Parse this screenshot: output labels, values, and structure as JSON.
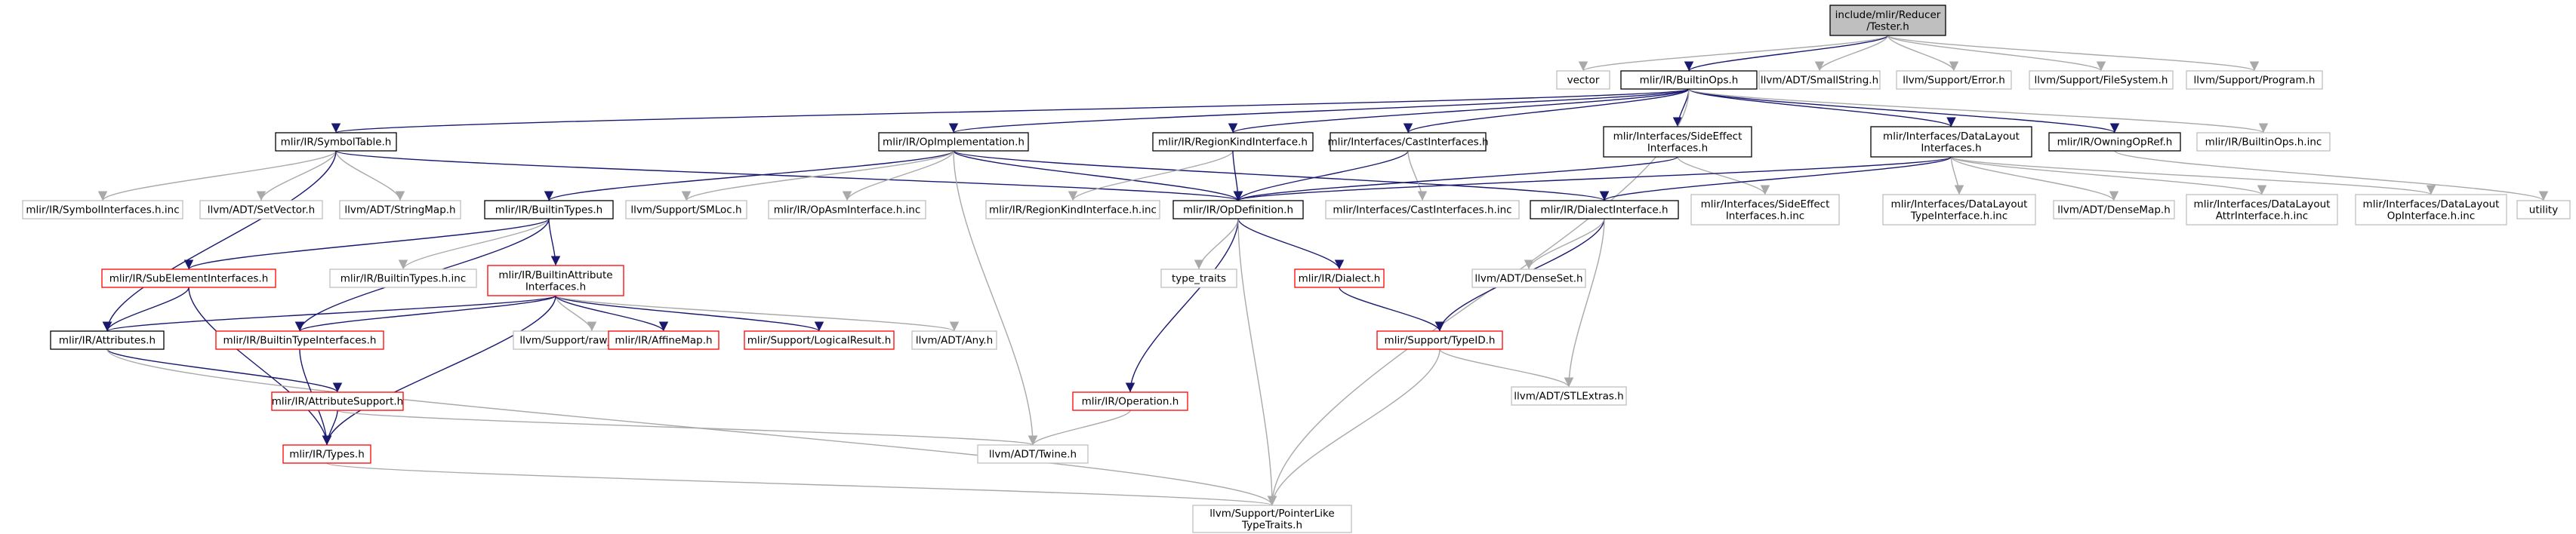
{
  "colors": {
    "root_fill": "#bfbfbf",
    "root_border": "#000000",
    "doc_fill": "#ffffff",
    "doc_border": "#000000",
    "ext_border": "#bfbfbf",
    "trunc_border": "#ff0000",
    "edge_include": "#191970",
    "edge_external": "#a9a9a9"
  },
  "nodes": [
    {
      "id": "tester",
      "kind": "root",
      "lines": [
        "include/mlir/Reducer",
        "/Tester.h"
      ]
    },
    {
      "id": "vector",
      "kind": "ext",
      "lines": [
        "vector"
      ]
    },
    {
      "id": "builtinops",
      "kind": "doc",
      "lines": [
        "mlir/IR/BuiltinOps.h"
      ]
    },
    {
      "id": "smallstring",
      "kind": "ext",
      "lines": [
        "llvm/ADT/SmallString.h"
      ]
    },
    {
      "id": "error",
      "kind": "ext",
      "lines": [
        "llvm/Support/Error.h"
      ]
    },
    {
      "id": "filesystem",
      "kind": "ext",
      "lines": [
        "llvm/Support/FileSystem.h"
      ]
    },
    {
      "id": "program",
      "kind": "ext",
      "lines": [
        "llvm/Support/Program.h"
      ]
    },
    {
      "id": "symboltable",
      "kind": "doc",
      "lines": [
        "mlir/IR/SymbolTable.h"
      ]
    },
    {
      "id": "opimpl",
      "kind": "doc",
      "lines": [
        "mlir/IR/OpImplementation.h"
      ]
    },
    {
      "id": "regionkind",
      "kind": "doc",
      "lines": [
        "mlir/IR/RegionKindInterface.h"
      ]
    },
    {
      "id": "castif",
      "kind": "doc",
      "lines": [
        "mlir/Interfaces/CastInterfaces.h"
      ]
    },
    {
      "id": "sideeffect",
      "kind": "doc",
      "lines": [
        "mlir/Interfaces/SideEffect",
        "Interfaces.h"
      ]
    },
    {
      "id": "datalayout",
      "kind": "doc",
      "lines": [
        "mlir/Interfaces/DataLayout",
        "Interfaces.h"
      ]
    },
    {
      "id": "owningopref",
      "kind": "doc",
      "lines": [
        "mlir/IR/OwningOpRef.h"
      ]
    },
    {
      "id": "builtinopsinc",
      "kind": "ext",
      "lines": [
        "mlir/IR/BuiltinOps.h.inc"
      ]
    },
    {
      "id": "symbolifinc",
      "kind": "ext",
      "lines": [
        "mlir/IR/SymbolInterfaces.h.inc"
      ]
    },
    {
      "id": "setvector",
      "kind": "ext",
      "lines": [
        "llvm/ADT/SetVector.h"
      ]
    },
    {
      "id": "stringmap",
      "kind": "ext",
      "lines": [
        "llvm/ADT/StringMap.h"
      ]
    },
    {
      "id": "builtintypes",
      "kind": "doc",
      "lines": [
        "mlir/IR/BuiltinTypes.h"
      ]
    },
    {
      "id": "smloc",
      "kind": "ext",
      "lines": [
        "llvm/Support/SMLoc.h"
      ]
    },
    {
      "id": "opasmif",
      "kind": "ext",
      "lines": [
        "mlir/IR/OpAsmInterface.h.inc"
      ]
    },
    {
      "id": "regionkindinc",
      "kind": "ext",
      "lines": [
        "mlir/IR/RegionKindInterface.h.inc"
      ]
    },
    {
      "id": "opdef",
      "kind": "doc",
      "lines": [
        "mlir/IR/OpDefinition.h"
      ]
    },
    {
      "id": "castifinc",
      "kind": "ext",
      "lines": [
        "mlir/Interfaces/CastInterfaces.h.inc"
      ]
    },
    {
      "id": "dialectif",
      "kind": "doc",
      "lines": [
        "mlir/IR/DialectInterface.h"
      ]
    },
    {
      "id": "sideeffectinc",
      "kind": "ext",
      "lines": [
        "mlir/Interfaces/SideEffect",
        "Interfaces.h.inc"
      ]
    },
    {
      "id": "dltypeif",
      "kind": "ext",
      "lines": [
        "mlir/Interfaces/DataLayout",
        "TypeInterface.h.inc"
      ]
    },
    {
      "id": "densemap",
      "kind": "ext",
      "lines": [
        "llvm/ADT/DenseMap.h"
      ]
    },
    {
      "id": "dlattrif",
      "kind": "ext",
      "lines": [
        "mlir/Interfaces/DataLayout",
        "AttrInterface.h.inc"
      ]
    },
    {
      "id": "dlopif",
      "kind": "ext",
      "lines": [
        "mlir/Interfaces/DataLayout",
        "OpInterface.h.inc"
      ]
    },
    {
      "id": "utility",
      "kind": "ext",
      "lines": [
        "utility"
      ]
    },
    {
      "id": "subelemif",
      "kind": "trunc",
      "lines": [
        "mlir/IR/SubElementInterfaces.h"
      ]
    },
    {
      "id": "builtintypesinc",
      "kind": "ext",
      "lines": [
        "mlir/IR/BuiltinTypes.h.inc"
      ]
    },
    {
      "id": "builtinattrif",
      "kind": "trunc",
      "lines": [
        "mlir/IR/BuiltinAttribute",
        "Interfaces.h"
      ]
    },
    {
      "id": "typetraits",
      "kind": "ext",
      "lines": [
        "type_traits"
      ]
    },
    {
      "id": "dialect",
      "kind": "trunc",
      "lines": [
        "mlir/IR/Dialect.h"
      ]
    },
    {
      "id": "denseset",
      "kind": "ext",
      "lines": [
        "llvm/ADT/DenseSet.h"
      ]
    },
    {
      "id": "attributes",
      "kind": "doc",
      "lines": [
        "mlir/IR/Attributes.h"
      ]
    },
    {
      "id": "builtintypeif",
      "kind": "trunc",
      "lines": [
        "mlir/IR/BuiltinTypeInterfaces.h"
      ]
    },
    {
      "id": "rawostream",
      "kind": "ext",
      "lines": [
        "llvm/Support/raw_ostream.h"
      ]
    },
    {
      "id": "affinemap",
      "kind": "trunc",
      "lines": [
        "mlir/IR/AffineMap.h"
      ]
    },
    {
      "id": "logicalresult",
      "kind": "trunc",
      "lines": [
        "mlir/Support/LogicalResult.h"
      ]
    },
    {
      "id": "any",
      "kind": "ext",
      "lines": [
        "llvm/ADT/Any.h"
      ]
    },
    {
      "id": "typeid",
      "kind": "trunc",
      "lines": [
        "mlir/Support/TypeID.h"
      ]
    },
    {
      "id": "stlextras",
      "kind": "ext",
      "lines": [
        "llvm/ADT/STLExtras.h"
      ]
    },
    {
      "id": "attrsupport",
      "kind": "trunc",
      "lines": [
        "mlir/IR/AttributeSupport.h"
      ]
    },
    {
      "id": "operation",
      "kind": "trunc",
      "lines": [
        "mlir/IR/Operation.h"
      ]
    },
    {
      "id": "types",
      "kind": "trunc",
      "lines": [
        "mlir/IR/Types.h"
      ]
    },
    {
      "id": "twine",
      "kind": "ext",
      "lines": [
        "llvm/ADT/Twine.h"
      ]
    },
    {
      "id": "pointerlike",
      "kind": "ext",
      "lines": [
        "llvm/Support/PointerLike",
        "TypeTraits.h"
      ]
    }
  ],
  "edges": [
    [
      "tester",
      "vector"
    ],
    [
      "tester",
      "builtinops"
    ],
    [
      "tester",
      "smallstring"
    ],
    [
      "tester",
      "error"
    ],
    [
      "tester",
      "filesystem"
    ],
    [
      "tester",
      "program"
    ],
    [
      "builtinops",
      "symboltable"
    ],
    [
      "builtinops",
      "opimpl"
    ],
    [
      "builtinops",
      "regionkind"
    ],
    [
      "builtinops",
      "castif"
    ],
    [
      "builtinops",
      "sideeffect"
    ],
    [
      "builtinops",
      "datalayout"
    ],
    [
      "builtinops",
      "owningopref"
    ],
    [
      "builtinops",
      "builtinopsinc"
    ],
    [
      "builtinops",
      "pointerlike"
    ],
    [
      "symboltable",
      "symbolifinc"
    ],
    [
      "symboltable",
      "setvector"
    ],
    [
      "symboltable",
      "stringmap"
    ],
    [
      "symboltable",
      "opdef"
    ],
    [
      "symboltable",
      "attributes"
    ],
    [
      "opimpl",
      "builtintypes"
    ],
    [
      "opimpl",
      "smloc"
    ],
    [
      "opimpl",
      "opasmif"
    ],
    [
      "opimpl",
      "opdef"
    ],
    [
      "opimpl",
      "dialectif"
    ],
    [
      "opimpl",
      "twine"
    ],
    [
      "regionkind",
      "regionkindinc"
    ],
    [
      "regionkind",
      "opdef"
    ],
    [
      "castif",
      "opdef"
    ],
    [
      "castif",
      "castifinc"
    ],
    [
      "sideeffect",
      "opdef"
    ],
    [
      "sideeffect",
      "sideeffectinc"
    ],
    [
      "datalayout",
      "opdef"
    ],
    [
      "datalayout",
      "dialectif"
    ],
    [
      "datalayout",
      "dltypeif"
    ],
    [
      "datalayout",
      "densemap"
    ],
    [
      "datalayout",
      "dlattrif"
    ],
    [
      "datalayout",
      "dlopif"
    ],
    [
      "owningopref",
      "utility"
    ],
    [
      "builtintypes",
      "subelemif"
    ],
    [
      "builtintypes",
      "builtintypesinc"
    ],
    [
      "builtintypes",
      "builtinattrif"
    ],
    [
      "builtintypes",
      "builtintypeif"
    ],
    [
      "opdef",
      "typetraits"
    ],
    [
      "opdef",
      "dialect"
    ],
    [
      "opdef",
      "operation"
    ],
    [
      "opdef",
      "pointerlike"
    ],
    [
      "dialectif",
      "denseset"
    ],
    [
      "dialectif",
      "typeid"
    ],
    [
      "dialectif",
      "stlextras"
    ],
    [
      "subelemif",
      "attributes"
    ],
    [
      "subelemif",
      "types"
    ],
    [
      "builtinattrif",
      "attributes"
    ],
    [
      "builtinattrif",
      "builtintypeif"
    ],
    [
      "builtinattrif",
      "rawostream"
    ],
    [
      "builtinattrif",
      "affinemap"
    ],
    [
      "builtinattrif",
      "logicalresult"
    ],
    [
      "builtinattrif",
      "any"
    ],
    [
      "builtinattrif",
      "types"
    ],
    [
      "dialect",
      "typeid"
    ],
    [
      "typeid",
      "stlextras"
    ],
    [
      "typeid",
      "pointerlike"
    ],
    [
      "attributes",
      "attrsupport"
    ],
    [
      "attributes",
      "pointerlike"
    ],
    [
      "attrsupport",
      "types"
    ],
    [
      "attrsupport",
      "twine"
    ],
    [
      "builtintypeif",
      "types"
    ],
    [
      "operation",
      "twine"
    ],
    [
      "types",
      "pointerlike"
    ]
  ]
}
